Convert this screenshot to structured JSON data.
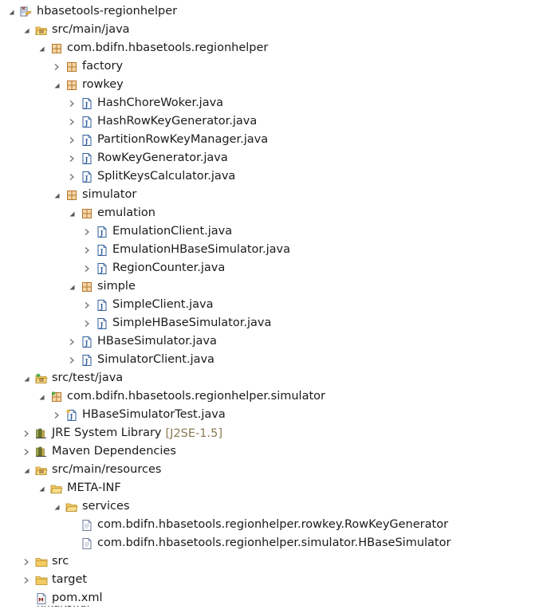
{
  "tree": [
    {
      "depth": 0,
      "toggle": "expanded",
      "icon": "maven-project-icon",
      "label": "hbasetools-regionhelper"
    },
    {
      "depth": 1,
      "toggle": "expanded",
      "icon": "source-folder-icon",
      "label": "src/main/java"
    },
    {
      "depth": 2,
      "toggle": "expanded",
      "icon": "package-icon",
      "label": "com.bdifn.hbasetools.regionhelper"
    },
    {
      "depth": 3,
      "toggle": "collapsed",
      "icon": "package-icon",
      "label": "factory"
    },
    {
      "depth": 3,
      "toggle": "expanded",
      "icon": "package-icon",
      "label": "rowkey"
    },
    {
      "depth": 4,
      "toggle": "collapsed",
      "icon": "java-file-icon",
      "label": "HashChoreWoker.java"
    },
    {
      "depth": 4,
      "toggle": "collapsed",
      "icon": "java-file-icon",
      "label": "HashRowKeyGenerator.java"
    },
    {
      "depth": 4,
      "toggle": "collapsed",
      "icon": "java-file-icon",
      "label": "PartitionRowKeyManager.java"
    },
    {
      "depth": 4,
      "toggle": "collapsed",
      "icon": "java-file-icon",
      "label": "RowKeyGenerator.java"
    },
    {
      "depth": 4,
      "toggle": "collapsed",
      "icon": "java-file-icon",
      "label": "SplitKeysCalculator.java"
    },
    {
      "depth": 3,
      "toggle": "expanded",
      "icon": "package-icon",
      "label": "simulator"
    },
    {
      "depth": 4,
      "toggle": "expanded",
      "icon": "package-icon",
      "label": "emulation"
    },
    {
      "depth": 5,
      "toggle": "collapsed",
      "icon": "java-file-icon",
      "label": "EmulationClient.java"
    },
    {
      "depth": 5,
      "toggle": "collapsed",
      "icon": "java-file-icon",
      "label": "EmulationHBaseSimulator.java"
    },
    {
      "depth": 5,
      "toggle": "collapsed",
      "icon": "java-file-icon",
      "label": "RegionCounter.java"
    },
    {
      "depth": 4,
      "toggle": "expanded",
      "icon": "package-icon",
      "label": "simple"
    },
    {
      "depth": 5,
      "toggle": "collapsed",
      "icon": "java-file-icon",
      "label": "SimpleClient.java"
    },
    {
      "depth": 5,
      "toggle": "collapsed",
      "icon": "java-file-icon",
      "label": "SimpleHBaseSimulator.java"
    },
    {
      "depth": 4,
      "toggle": "collapsed",
      "icon": "java-file-icon",
      "label": "HBaseSimulator.java"
    },
    {
      "depth": 4,
      "toggle": "collapsed",
      "icon": "java-file-icon",
      "label": "SimulatorClient.java"
    },
    {
      "depth": 1,
      "toggle": "expanded",
      "icon": "test-source-folder-icon",
      "label": "src/test/java"
    },
    {
      "depth": 2,
      "toggle": "expanded",
      "icon": "test-package-icon",
      "label": "com.bdifn.hbasetools.regionhelper.simulator"
    },
    {
      "depth": 3,
      "toggle": "collapsed",
      "icon": "test-java-file-icon",
      "label": "HBaseSimulatorTest.java"
    },
    {
      "depth": 1,
      "toggle": "collapsed",
      "icon": "library-icon",
      "label": "JRE System Library",
      "decoration": "[J2SE-1.5]"
    },
    {
      "depth": 1,
      "toggle": "collapsed",
      "icon": "library-icon",
      "label": "Maven Dependencies"
    },
    {
      "depth": 1,
      "toggle": "expanded",
      "icon": "source-folder-icon",
      "label": "src/main/resources"
    },
    {
      "depth": 2,
      "toggle": "expanded",
      "icon": "folder-open-icon",
      "label": "META-INF"
    },
    {
      "depth": 3,
      "toggle": "expanded",
      "icon": "folder-open-icon",
      "label": "services"
    },
    {
      "depth": 4,
      "toggle": "none",
      "icon": "text-file-icon",
      "label": "com.bdifn.hbasetools.regionhelper.rowkey.RowKeyGenerator"
    },
    {
      "depth": 4,
      "toggle": "none",
      "icon": "text-file-icon",
      "label": "com.bdifn.hbasetools.regionhelper.simulator.HBaseSimulator"
    },
    {
      "depth": 1,
      "toggle": "collapsed",
      "icon": "folder-icon",
      "label": "src"
    },
    {
      "depth": 1,
      "toggle": "collapsed",
      "icon": "folder-icon",
      "label": "target"
    },
    {
      "depth": 1,
      "toggle": "none",
      "icon": "pom-file-icon",
      "label": "pom.xml"
    }
  ],
  "cut_off_label": "kfkaks..dl",
  "colors": {
    "text": "#1a1a1a",
    "decoration": "#8a7a52",
    "toggle": "#555555",
    "package": "#b5762b",
    "java_blue": "#2f5e9a",
    "folder": "#e8b64a",
    "library": "#6f7a2e"
  }
}
